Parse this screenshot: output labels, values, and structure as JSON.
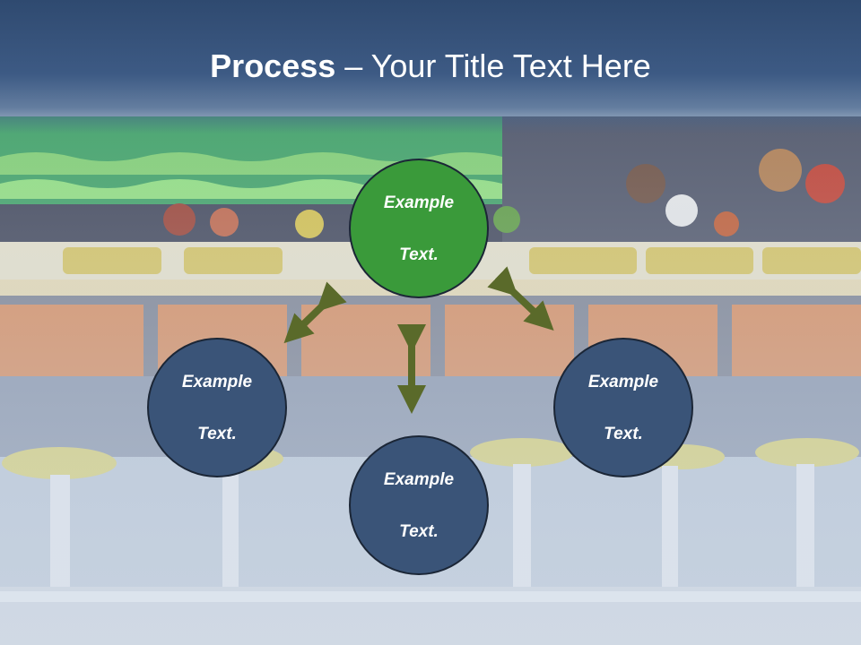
{
  "slide": {
    "title_bold": "Process",
    "title_separator": " – ",
    "title_rest": "Your Title Text Here"
  },
  "nodes": {
    "top": {
      "line1": "Example",
      "line2": "Text."
    },
    "left": {
      "line1": "Example",
      "line2": "Text."
    },
    "right": {
      "line1": "Example",
      "line2": "Text."
    },
    "bottom": {
      "line1": "Example",
      "line2": "Text."
    }
  },
  "colors": {
    "title_band": "#3d5a84",
    "node_highlight": "#3a9a3a",
    "node_default": "#3a5478",
    "arrow": "#5a6a2a"
  }
}
